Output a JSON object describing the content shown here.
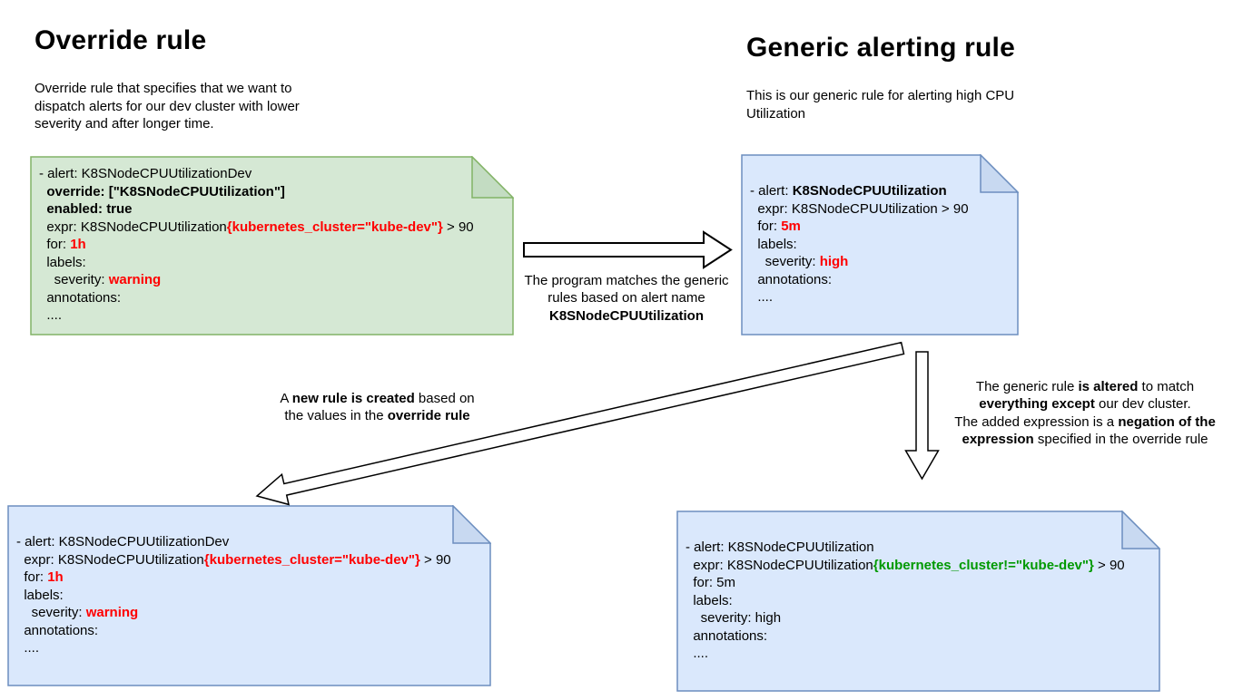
{
  "colors": {
    "red": "#ff0000",
    "green_text": "#009900",
    "note_green_fill": "#d5e8d4",
    "note_green_fold": "#c3dcc2",
    "note_green_stroke": "#82b366",
    "note_blue_fill": "#dae8fc",
    "note_blue_fold": "#c8d9f1",
    "note_blue_stroke": "#6c8ebf",
    "arrow_fill": "#ffffff",
    "arrow_stroke": "#000000"
  },
  "left_section": {
    "title": "Override rule",
    "description": "Override rule that specifies that we want to\ndispatch alerts for our dev cluster with lower\nseverity and after longer time."
  },
  "right_section": {
    "title": "Generic alerting rule",
    "description": "This is our generic rule for alerting high CPU\nUtilization"
  },
  "notes": {
    "override_rule": {
      "lines": [
        [
          {
            "t": "- alert: K8SNodeCPUUtilizationDev"
          }
        ],
        [
          {
            "t": "  "
          },
          {
            "t": "override: [\"K8SNodeCPUUtilization\"]",
            "b": true
          }
        ],
        [
          {
            "t": "  "
          },
          {
            "t": "enabled: true",
            "b": true
          }
        ],
        [
          {
            "t": "  expr: K8SNodeCPUUtilization"
          },
          {
            "t": "{kubernetes_cluster=\"kube-dev\"}",
            "b": true,
            "c": "#ff0000"
          },
          {
            "t": " > 90"
          }
        ],
        [
          {
            "t": "  for: "
          },
          {
            "t": "1h",
            "b": true,
            "c": "#ff0000"
          }
        ],
        [
          {
            "t": "  labels:"
          }
        ],
        [
          {
            "t": "    severity: "
          },
          {
            "t": "warning",
            "b": true,
            "c": "#ff0000"
          }
        ],
        [
          {
            "t": "  annotations:"
          }
        ],
        [
          {
            "t": "  ...."
          }
        ]
      ]
    },
    "generic_rule": {
      "lines": [
        [
          {
            "t": "- alert: "
          },
          {
            "t": "K8SNodeCPUUtilization",
            "b": true
          }
        ],
        [
          {
            "t": "  expr: K8SNodeCPUUtilization > 90"
          }
        ],
        [
          {
            "t": "  for: "
          },
          {
            "t": "5m",
            "b": true,
            "c": "#ff0000"
          }
        ],
        [
          {
            "t": "  labels:"
          }
        ],
        [
          {
            "t": "    severity: "
          },
          {
            "t": "high",
            "b": true,
            "c": "#ff0000"
          }
        ],
        [
          {
            "t": "  annotations:"
          }
        ],
        [
          {
            "t": "  ...."
          }
        ]
      ]
    },
    "new_rule": {
      "lines": [
        [
          {
            "t": "- alert: K8SNodeCPUUtilizationDev"
          }
        ],
        [
          {
            "t": "  expr: K8SNodeCPUUtilization"
          },
          {
            "t": "{kubernetes_cluster=\"kube-dev\"}",
            "b": true,
            "c": "#ff0000"
          },
          {
            "t": " > 90"
          }
        ],
        [
          {
            "t": "  for: "
          },
          {
            "t": "1h",
            "b": true,
            "c": "#ff0000"
          }
        ],
        [
          {
            "t": "  labels:"
          }
        ],
        [
          {
            "t": "    severity: "
          },
          {
            "t": "warning",
            "b": true,
            "c": "#ff0000"
          }
        ],
        [
          {
            "t": "  annotations:"
          }
        ],
        [
          {
            "t": "  ...."
          }
        ]
      ]
    },
    "altered_generic_rule": {
      "lines": [
        [
          {
            "t": "- alert: K8SNodeCPUUtilization"
          }
        ],
        [
          {
            "t": "  expr: K8SNodeCPUUtilization"
          },
          {
            "t": "{kubernetes_cluster!=\"kube-dev\"}",
            "b": true,
            "c": "#009900"
          },
          {
            "t": " > 90"
          }
        ],
        [
          {
            "t": "  for: 5m"
          }
        ],
        [
          {
            "t": "  labels:"
          }
        ],
        [
          {
            "t": "    severity: high"
          }
        ],
        [
          {
            "t": "  annotations:"
          }
        ],
        [
          {
            "t": "  ...."
          }
        ]
      ]
    }
  },
  "labels": {
    "match_arrow": {
      "lines": [
        [
          {
            "t": "The program matches the generic"
          }
        ],
        [
          {
            "t": "rules based on alert name"
          }
        ],
        [
          {
            "t": "K8SNodeCPUUtilization",
            "b": true
          }
        ]
      ]
    },
    "new_rule_arrow": {
      "lines": [
        [
          {
            "t": "A "
          },
          {
            "t": "new rule is created",
            "b": true
          },
          {
            "t": " based on"
          }
        ],
        [
          {
            "t": "the values in the "
          },
          {
            "t": "override rule",
            "b": true
          }
        ]
      ]
    },
    "altered_arrow": {
      "lines": [
        [
          {
            "t": "The generic rule "
          },
          {
            "t": "is altered",
            "b": true
          },
          {
            "t": " to match"
          }
        ],
        [
          {
            "t": "everything except",
            "b": true
          },
          {
            "t": " our dev cluster."
          }
        ],
        [
          {
            "t": "The added expression is a "
          },
          {
            "t": "negation of the",
            "b": true
          }
        ],
        [
          {
            "t": "expression",
            "b": true
          },
          {
            "t": " specified in the override rule"
          }
        ]
      ]
    }
  }
}
